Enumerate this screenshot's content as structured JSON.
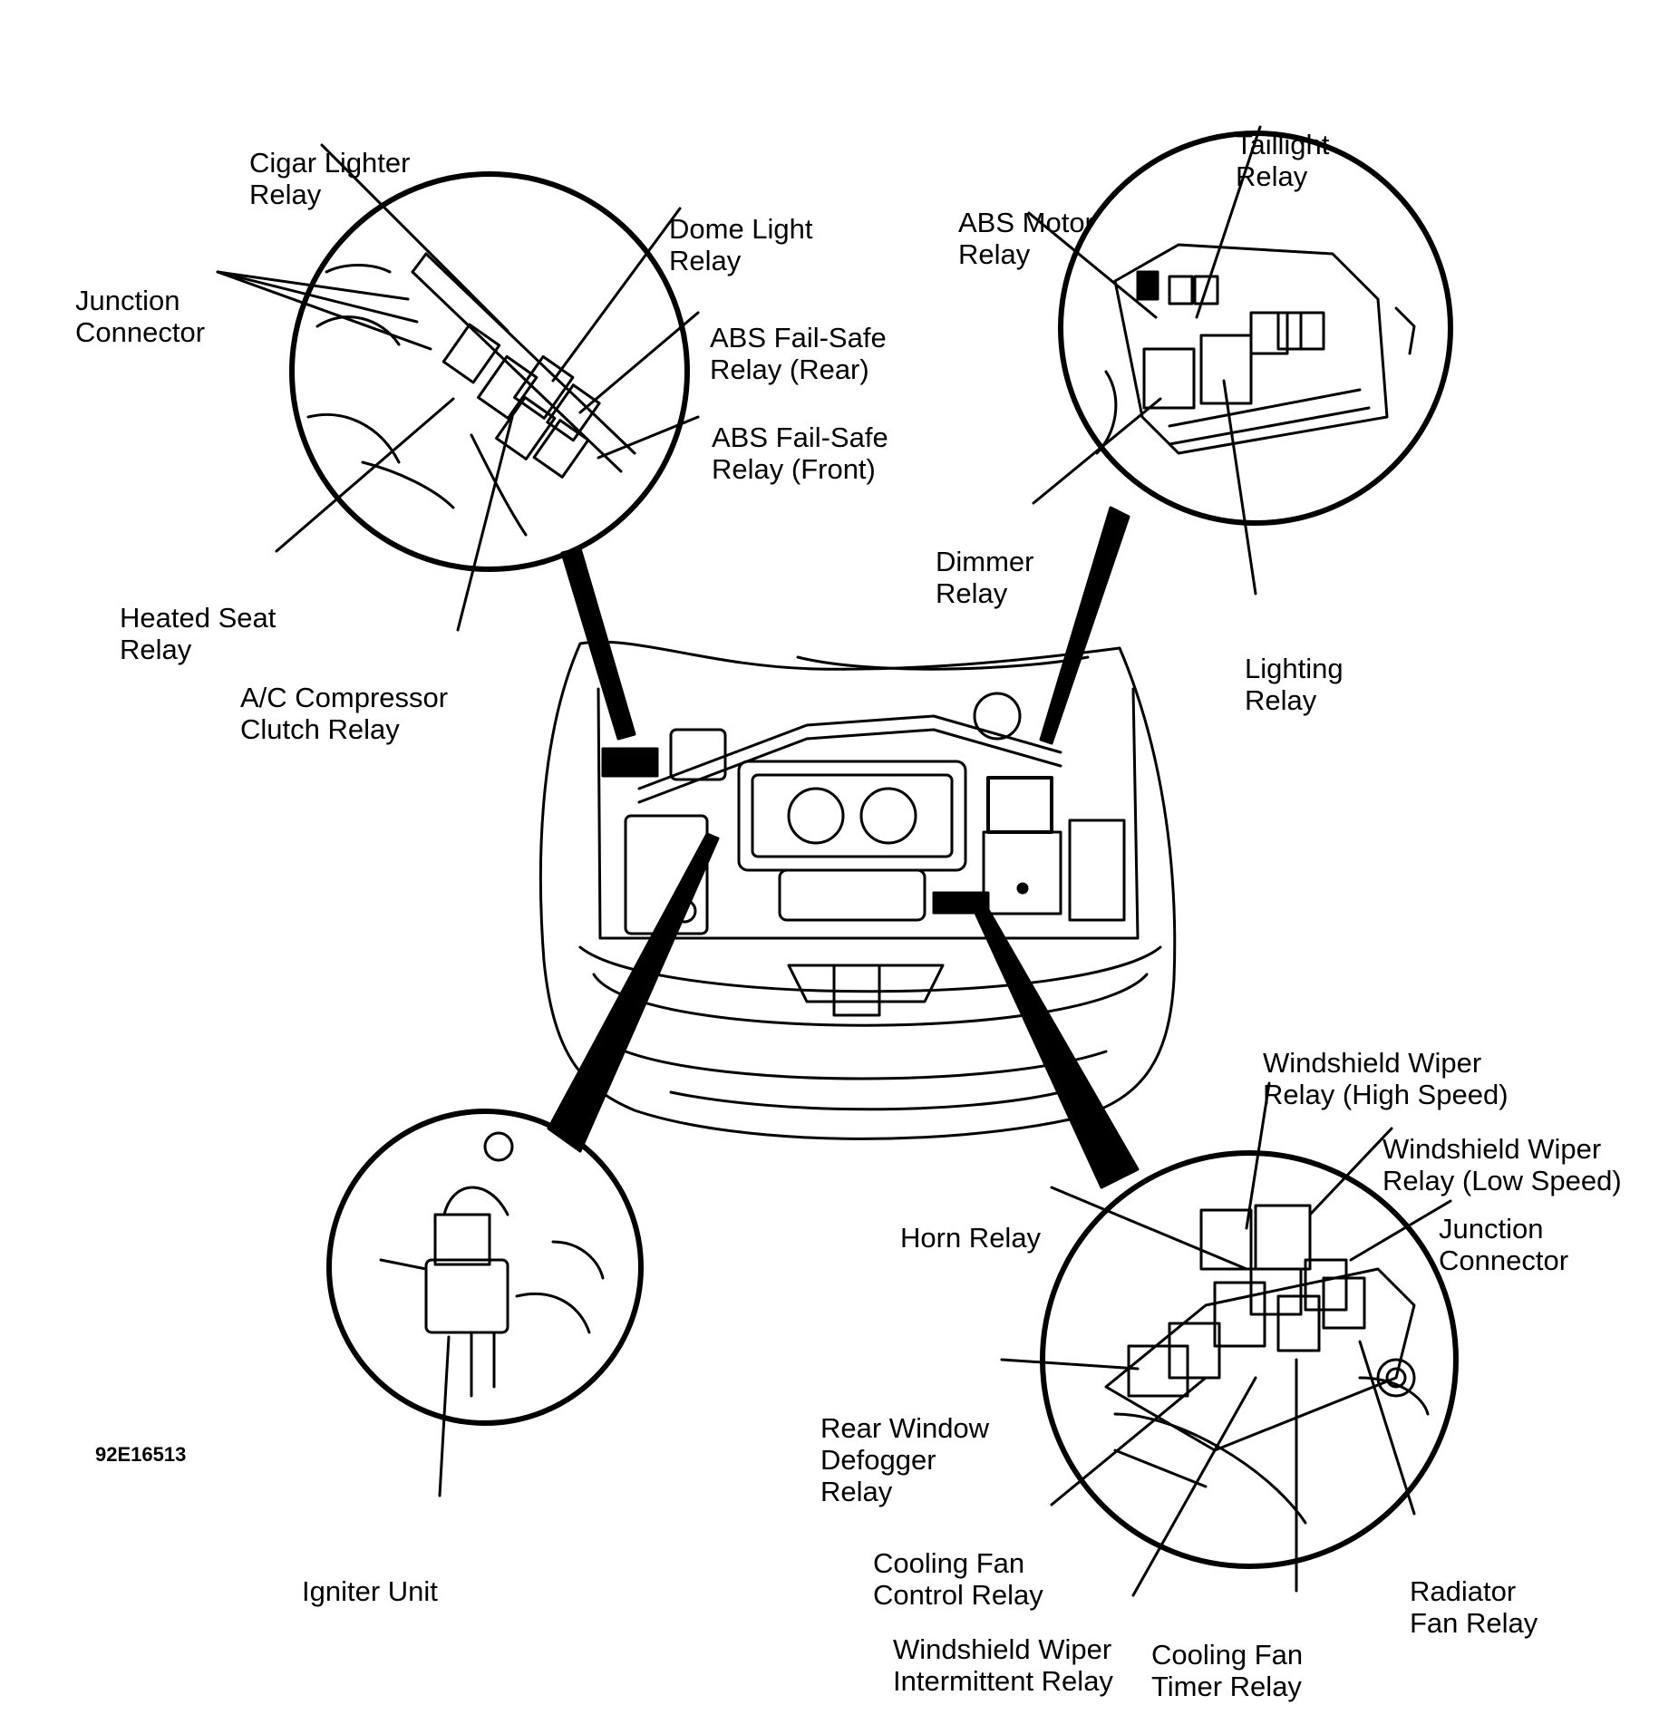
{
  "figure_code": "92E16513",
  "callouts": {
    "top_left": {
      "junction_connector": [
        "Junction",
        "Connector"
      ],
      "cigar_lighter_relay": [
        "Cigar Lighter",
        "Relay"
      ],
      "dome_light_relay": [
        "Dome Light",
        "Relay"
      ],
      "abs_fail_safe_relay_rear": [
        "ABS Fail-Safe",
        "Relay (Rear)"
      ],
      "abs_fail_safe_relay_front": [
        "ABS Fail-Safe",
        "Relay (Front)"
      ],
      "heated_seat_relay": [
        "Heated Seat",
        "Relay"
      ],
      "ac_compressor_clutch_relay": [
        "A/C Compressor",
        "Clutch Relay"
      ]
    },
    "top_right": {
      "abs_motor_relay": [
        "ABS Motor",
        "Relay"
      ],
      "taillight_relay": [
        "Taillight",
        "Relay"
      ],
      "dimmer_relay": [
        "Dimmer",
        "Relay"
      ],
      "lighting_relay": [
        "Lighting",
        "Relay"
      ]
    },
    "bottom_left": {
      "igniter_unit": [
        "Igniter Unit"
      ]
    },
    "bottom_right": {
      "windshield_wiper_relay_high": [
        "Windshield Wiper",
        "Relay (High Speed)"
      ],
      "windshield_wiper_relay_low": [
        "Windshield Wiper",
        "Relay (Low Speed)"
      ],
      "junction_connector": [
        "Junction",
        "Connector"
      ],
      "horn_relay": [
        "Horn Relay"
      ],
      "rear_window_defogger_relay": [
        "Rear Window",
        "Defogger",
        "Relay"
      ],
      "cooling_fan_control_relay": [
        "Cooling Fan",
        "Control Relay"
      ],
      "windshield_wiper_intermittent_relay": [
        "Windshield Wiper",
        "Intermittent Relay"
      ],
      "cooling_fan_timer_relay": [
        "Cooling Fan",
        "Timer Relay"
      ],
      "radiator_fan_relay": [
        "Radiator",
        "Fan Relay"
      ]
    }
  }
}
